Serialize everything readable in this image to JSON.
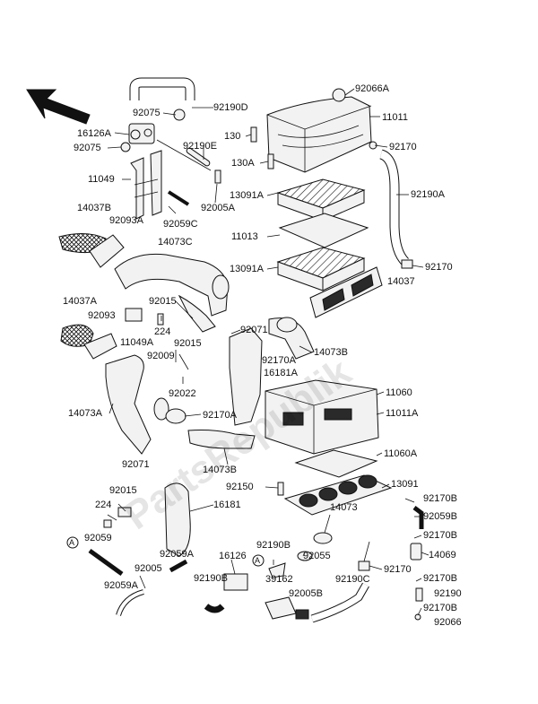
{
  "watermark": "PartsRepublik",
  "labels": {
    "l92066A": "92066A",
    "l92190D": "92190D",
    "l92075a": "92075",
    "l16126A": "16126A",
    "l92075b": "92075",
    "l130a": "130",
    "l11011": "11011",
    "l92190E": "92190E",
    "l92170a": "92170",
    "l130A": "130A",
    "l11049": "11049",
    "l92005A": "92005A",
    "l13091Aa": "13091A",
    "l92190A": "92190A",
    "l14037B": "14037B",
    "l92093A": "92093A",
    "l92059C": "92059C",
    "l11013": "11013",
    "l14073C": "14073C",
    "l13091Ab": "13091A",
    "l92170b": "92170",
    "l14037": "14037",
    "l14037A": "14037A",
    "l92015a": "92015",
    "l92093": "92093",
    "l224a": "224",
    "l92071a": "92071",
    "l11049A": "11049A",
    "l92015b": "92015",
    "l14073Ba": "14073B",
    "l92009": "92009",
    "l92170A": "92170A",
    "l16181A": "16181A",
    "l92022": "92022",
    "l11060": "11060",
    "l14073A": "14073A",
    "l92170Ab": "92170A",
    "l11011A": "11011A",
    "l14073Bb": "14073B",
    "l11060A": "11060A",
    "l92071b": "92071",
    "l92150": "92150",
    "l13091": "13091",
    "l92015c": "92015",
    "l92170B1": "92170B",
    "l224b": "224",
    "l16181": "16181",
    "l92059B": "92059B",
    "l14073": "14073",
    "l92059": "92059",
    "l92170B2": "92170B",
    "l92190B1": "92190B",
    "l92059A1": "92059A",
    "l16126": "16126",
    "l92005": "92005",
    "l92055": "92055",
    "l92170c": "92170",
    "l14069": "14069",
    "l92190B2": "92190B",
    "l92170B3": "92170B",
    "l92059A2": "92059A",
    "l39162": "39162",
    "l92190C": "92190C",
    "l92190": "92190",
    "l92005B": "92005B",
    "l92170B4": "92170B",
    "l92066": "92066",
    "markA1": "A",
    "markA2": "A"
  }
}
